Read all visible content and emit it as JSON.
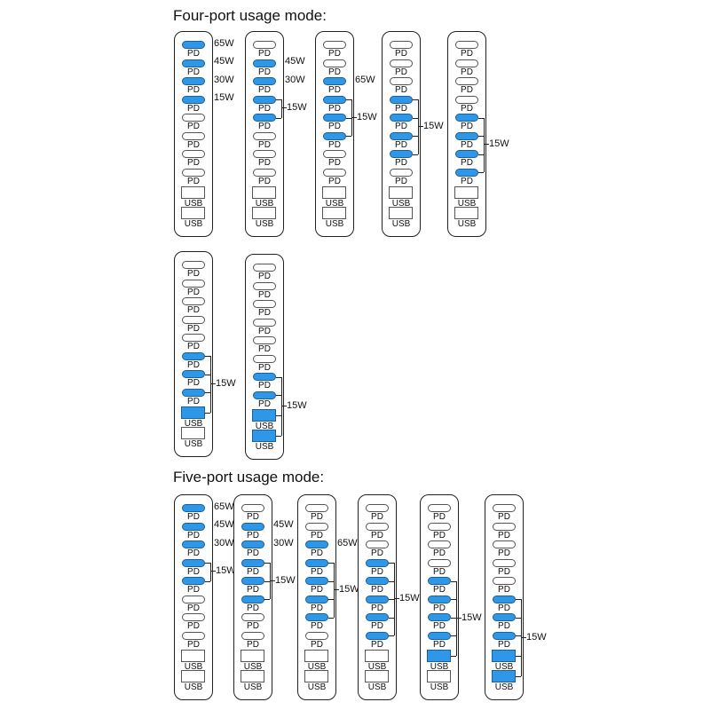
{
  "port_labels": {
    "pd": "PD",
    "usb": "USB"
  },
  "colors": {
    "active": "#2f97e8",
    "inactive": "#ffffff"
  },
  "sections": [
    {
      "title": "Four-port usage mode:",
      "panels": [
        {
          "active": [
            0,
            1,
            2,
            3
          ],
          "labels": [
            {
              "port": 0,
              "text": "65W"
            },
            {
              "port": 1,
              "text": "45W"
            },
            {
              "port": 2,
              "text": "30W"
            },
            {
              "port": 3,
              "text": "15W"
            }
          ],
          "group": null
        },
        {
          "active": [
            1,
            2,
            3,
            4
          ],
          "labels": [
            {
              "port": 1,
              "text": "45W"
            },
            {
              "port": 2,
              "text": "30W"
            }
          ],
          "group": {
            "from": 3,
            "to": 4,
            "text": "15W"
          }
        },
        {
          "active": [
            2,
            3,
            4,
            5
          ],
          "labels": [
            {
              "port": 2,
              "text": "65W"
            }
          ],
          "group": {
            "from": 3,
            "to": 5,
            "text": "15W"
          }
        },
        {
          "active": [
            3,
            4,
            5,
            6
          ],
          "labels": [],
          "group": {
            "from": 3,
            "to": 6,
            "text": "15W"
          }
        },
        {
          "active": [
            4,
            5,
            6,
            7
          ],
          "labels": [],
          "group": {
            "from": 4,
            "to": 7,
            "text": "15W"
          }
        },
        {
          "active": [
            5,
            6,
            7,
            8
          ],
          "labels": [],
          "group": {
            "from": 5,
            "to": 8,
            "text": "15W"
          }
        },
        {
          "active": [
            6,
            7,
            8,
            9
          ],
          "labels": [],
          "group": {
            "from": 6,
            "to": 9,
            "text": "15W"
          }
        }
      ]
    },
    {
      "title": "Five-port usage mode:",
      "panels": [
        {
          "active": [
            0,
            1,
            2,
            3,
            4
          ],
          "labels": [
            {
              "port": 0,
              "text": "65W"
            },
            {
              "port": 1,
              "text": "45W"
            },
            {
              "port": 2,
              "text": "30W"
            }
          ],
          "group": {
            "from": 3,
            "to": 4,
            "text": "15W"
          }
        },
        {
          "active": [
            1,
            2,
            3,
            4,
            5
          ],
          "labels": [
            {
              "port": 1,
              "text": "45W"
            },
            {
              "port": 2,
              "text": "30W"
            }
          ],
          "group": {
            "from": 3,
            "to": 5,
            "text": "15W"
          }
        },
        {
          "active": [
            2,
            3,
            4,
            5,
            6
          ],
          "labels": [
            {
              "port": 2,
              "text": "65W"
            }
          ],
          "group": {
            "from": 3,
            "to": 6,
            "text": "15W"
          }
        },
        {
          "active": [
            3,
            4,
            5,
            6,
            7
          ],
          "labels": [],
          "group": {
            "from": 3,
            "to": 7,
            "text": "15W"
          }
        },
        {
          "active": [
            4,
            5,
            6,
            7,
            8
          ],
          "labels": [],
          "group": {
            "from": 4,
            "to": 8,
            "text": "15W"
          }
        },
        {
          "active": [
            5,
            6,
            7,
            8,
            9
          ],
          "labels": [],
          "group": {
            "from": 5,
            "to": 9,
            "text": "15W"
          }
        }
      ]
    }
  ]
}
